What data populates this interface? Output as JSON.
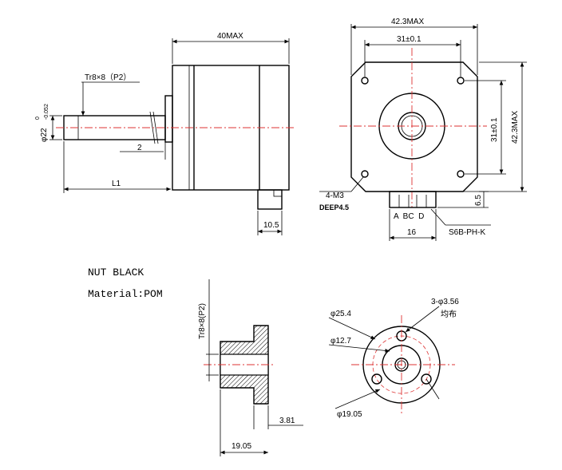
{
  "motor_side": {
    "dim_length": "40MAX",
    "thread": "Tr8×8（P2）",
    "shaft_diameter": "φ22",
    "shaft_tol_upper": "0",
    "shaft_tol_lower": "-0.052",
    "dim_2": "2",
    "dim_L1": "L1",
    "dim_10_5": "10.5"
  },
  "motor_front": {
    "dim_width": "42.3MAX",
    "dim_hole_spacing_h": "31±0.1",
    "dim_hole_spacing_v": "31±0.1",
    "dim_height": "42.3MAX",
    "screw_spec": "4-M3",
    "screw_depth": "DEEP4.5",
    "dim_6_5": "6.5",
    "connector_pins": "A  BC  D",
    "dim_16": "16",
    "connector_model": "S6B-PH-K"
  },
  "nut": {
    "title": "NUT BLACK",
    "material": "Material:POM",
    "thread": "Tr8×8(P2)",
    "dim_3_81": "3.81",
    "dim_19_05": "19.05"
  },
  "nut_front": {
    "dim_25_4": "φ25.4",
    "dim_12_7": "φ12.7",
    "dim_19_05": "φ19.05",
    "holes": "3-φ3.56",
    "holes_note": "均布"
  }
}
